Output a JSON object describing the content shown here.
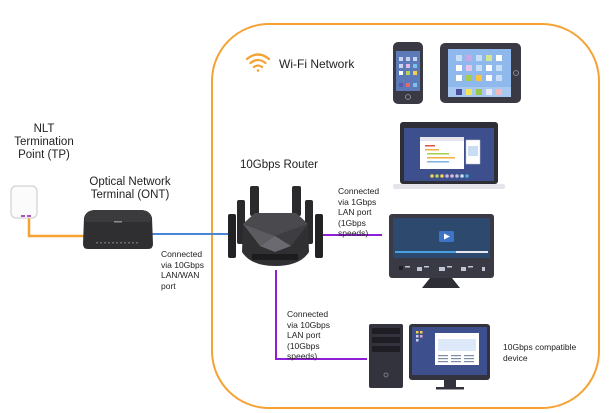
{
  "title": "Home network diagram: NLT termination point to 10Gbps router with Wi-Fi and wired devices",
  "colors": {
    "wifi_boundary": "#f5a233",
    "fibre_cable": "#f5a233",
    "wan_cable": "#4a86d8",
    "lan_cable": "#8e1fd6"
  },
  "nodes": {
    "termination_point": {
      "label_lines": [
        "NLT",
        "Termination",
        "Point (TP)"
      ],
      "icon": "wall-socket-icon"
    },
    "ont": {
      "label_lines": [
        "Optical Network",
        "Terminal (ONT)"
      ],
      "icon": "ont-modem-icon"
    },
    "router": {
      "label": "10Gbps Router",
      "icon": "router-icon"
    },
    "wifi_network": {
      "label": "Wi-Fi Network",
      "icon": "wifi-icon"
    },
    "wireless_devices": [
      {
        "name": "smartphone",
        "icon": "smartphone-icon"
      },
      {
        "name": "tablet",
        "icon": "tablet-icon"
      },
      {
        "name": "laptop",
        "icon": "laptop-icon"
      }
    ],
    "tv": {
      "icon": "smart-tv-icon"
    },
    "desktop": {
      "icon": "desktop-pc-icon",
      "label_lines": [
        "10Gbps compatible",
        "device"
      ]
    }
  },
  "connections": {
    "ont_to_router": {
      "label_lines": [
        "Connected",
        "via 10Gbps",
        "LAN/WAN",
        "port"
      ]
    },
    "router_to_tv": {
      "label_lines": [
        "Connected",
        "via 1Gbps",
        "LAN port",
        "(1Gbps",
        "speeds)"
      ]
    },
    "router_to_desktop": {
      "label_lines": [
        "Connected",
        "via 10Gbps",
        "LAN port",
        "(10Gbps",
        "speeds)"
      ]
    }
  }
}
